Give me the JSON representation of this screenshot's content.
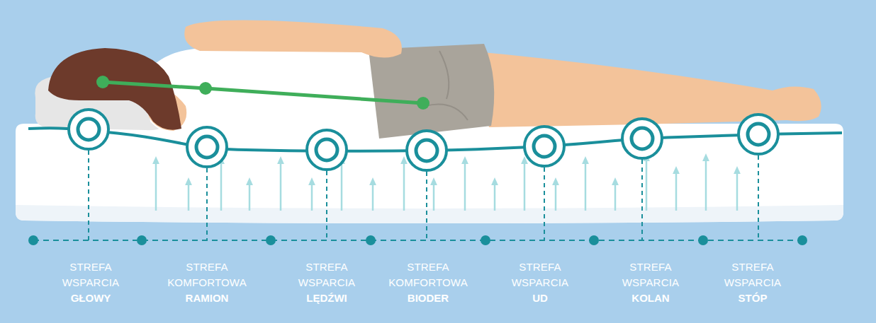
{
  "diagram": {
    "labels": [
      "STREFA WSPARCIA",
      "GŁOWY",
      "STREFA KOMFORTOWA",
      "RAMION",
      "STREFA WSPARCIA",
      "LĘDŹWI",
      "STREFA KOMFORTOWA",
      "BIODER",
      "STREFA WSPARCIA",
      "UD",
      "STREFA WSPARCIA",
      "KOLAN",
      "STREFA WSPARCIA",
      "STÓP"
    ]
  }
}
